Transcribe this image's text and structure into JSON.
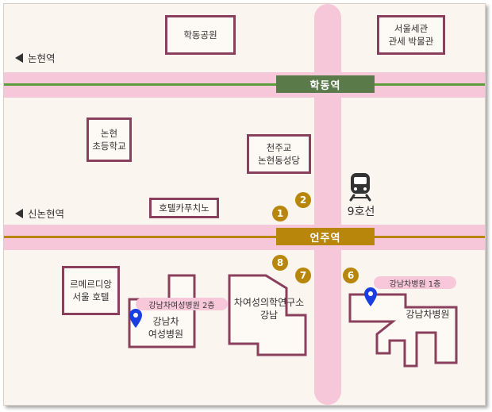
{
  "directions": [
    {
      "name": "nonhyeon",
      "label": "논현역"
    },
    {
      "name": "sinnonhyeon",
      "label": "신논현역"
    }
  ],
  "stations": {
    "top": "학동역",
    "middle": "언주역"
  },
  "line_label": "9호선",
  "buildings": {
    "park": "학동공원",
    "customs": "서울세관\n관세 박물관",
    "school": "논현\n초등학교",
    "church": "천주교\n논현동성당",
    "casino": "호텔카푸치노",
    "hotel": "르메르디앙\n서울 호텔",
    "institute": "차여성의학연구소\n강남",
    "womens_hospital": "강남차\n여성병원",
    "cha_hospital": "강남차병원"
  },
  "exits": [
    "1",
    "2",
    "8",
    "7",
    "6"
  ],
  "pins": {
    "womens": "강남차여성병원 2층",
    "cha": "강남차병원 1층"
  },
  "colors": {
    "road": "#f6c7d9",
    "line_green": "#5a9e3c",
    "line_gold": "#b8860b",
    "station_green": "#5a7a4a",
    "station_gold": "#b8860b",
    "building_border": "#8a3f5c",
    "pin": "#1a3fe0"
  }
}
